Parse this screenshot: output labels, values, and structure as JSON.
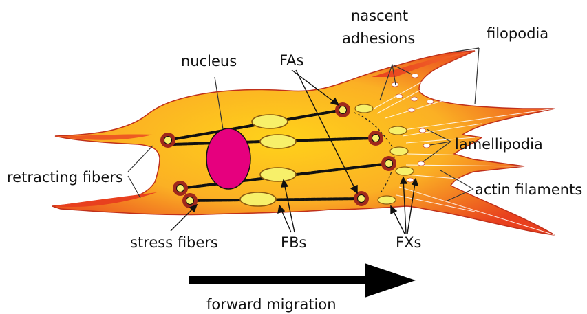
{
  "labels": {
    "nascent_line1": "nascent",
    "nascent_line2": "adhesions",
    "filopodia": "filopodia",
    "nucleus": "nucleus",
    "fas": "FAs",
    "lamellipodia": "lamellipodia",
    "retracting_fibers": "retracting fibers",
    "actin_filaments": "actin filaments",
    "stress_fibers": "stress fibers",
    "fbs": "FBs",
    "fxs": "FXs",
    "forward_migration": "forward migration"
  },
  "colors": {
    "cell_center": "#ffd21a",
    "cell_mid": "#fbb024",
    "cell_edge": "#e8401e",
    "nucleus": "#e6007e",
    "adhesion_fill": "#f7f06a",
    "fa_ring": "#a0281c",
    "stress_fiber": "#111111",
    "arrow": "#000000"
  }
}
